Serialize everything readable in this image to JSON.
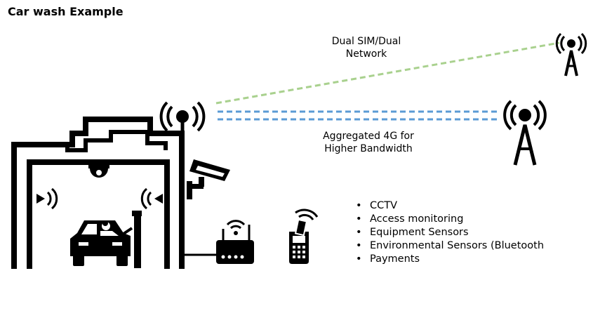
{
  "title": "Car wash Example",
  "links": {
    "dual": "Dual SIM/Dual\nNetwork",
    "aggregated": "Aggregated 4G for\nHigher Bandwidth"
  },
  "colors": {
    "dual_link": "#a9d18e",
    "aggregated_link": "#5b9bd5",
    "icons": "#000000"
  },
  "bullets": [
    "CCTV",
    "Access monitoring",
    "Equipment Sensors",
    "Environmental Sensors (Bluetooth",
    "Payments"
  ],
  "icons": [
    "car-wash-building-icon",
    "antenna-broadcast-icon",
    "cctv-camera-icon",
    "dome-camera-icon",
    "sensor-signal-icon",
    "car-icon",
    "barrier-gate-icon",
    "router-icon",
    "payment-terminal-icon",
    "cell-tower-icon"
  ]
}
